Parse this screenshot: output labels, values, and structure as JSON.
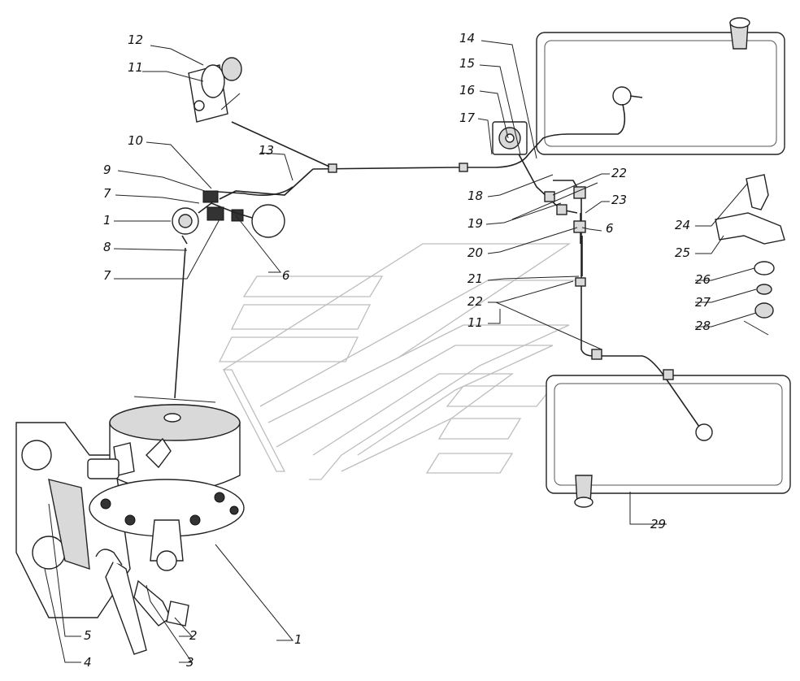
{
  "callouts": [
    {
      "id": "c12a",
      "text": "12"
    },
    {
      "id": "c11a",
      "text": "11"
    },
    {
      "id": "c10",
      "text": "10"
    },
    {
      "id": "c13",
      "text": "13"
    },
    {
      "id": "c9",
      "text": "9"
    },
    {
      "id": "c7a",
      "text": "7"
    },
    {
      "id": "c1a",
      "text": "1"
    },
    {
      "id": "c8",
      "text": "8"
    },
    {
      "id": "c7b",
      "text": "7"
    },
    {
      "id": "c6a",
      "text": "6"
    },
    {
      "id": "c14",
      "text": "14"
    },
    {
      "id": "c15",
      "text": "15"
    },
    {
      "id": "c16",
      "text": "16"
    },
    {
      "id": "c17",
      "text": "17"
    },
    {
      "id": "c22a",
      "text": "22"
    },
    {
      "id": "c23",
      "text": "23"
    },
    {
      "id": "c18",
      "text": "18"
    },
    {
      "id": "c19",
      "text": "19"
    },
    {
      "id": "c6b",
      "text": "6"
    },
    {
      "id": "c20",
      "text": "20"
    },
    {
      "id": "c21",
      "text": "21"
    },
    {
      "id": "c22b",
      "text": "22"
    },
    {
      "id": "c11b",
      "text": "11"
    },
    {
      "id": "c24",
      "text": "24"
    },
    {
      "id": "c25",
      "text": "25"
    },
    {
      "id": "c26",
      "text": "26"
    },
    {
      "id": "c27",
      "text": "27"
    },
    {
      "id": "c28",
      "text": "28"
    },
    {
      "id": "c29",
      "text": "29"
    },
    {
      "id": "c1b",
      "text": "1"
    },
    {
      "id": "c2",
      "text": "2"
    },
    {
      "id": "c3",
      "text": "3"
    },
    {
      "id": "c4",
      "text": "4"
    },
    {
      "id": "c5",
      "text": "5"
    }
  ]
}
